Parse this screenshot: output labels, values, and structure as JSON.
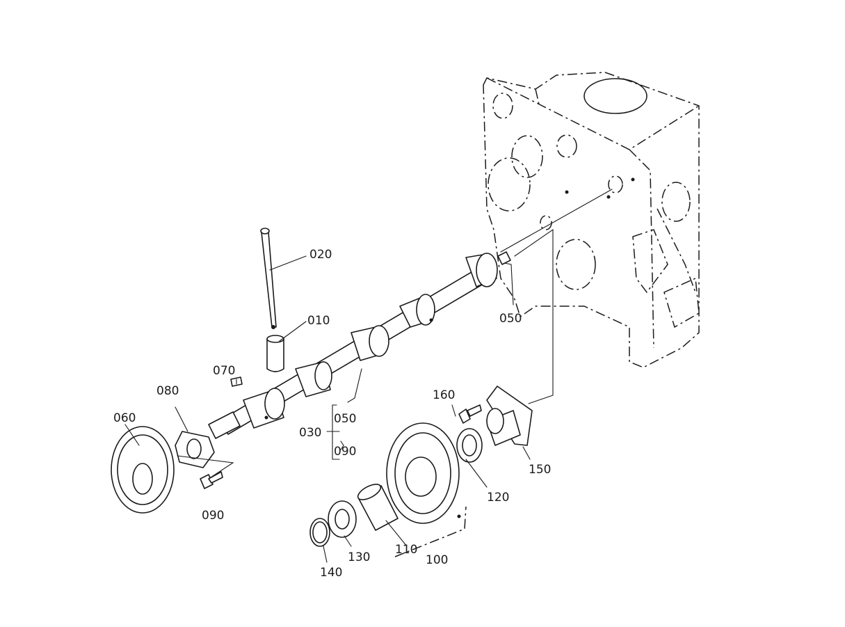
{
  "diagram": {
    "parts": [
      {
        "id": "p010",
        "label": "010"
      },
      {
        "id": "p020",
        "label": "020"
      },
      {
        "id": "p030",
        "label": "030"
      },
      {
        "id": "p050a",
        "label": "050"
      },
      {
        "id": "p050b",
        "label": "050"
      },
      {
        "id": "p060",
        "label": "060"
      },
      {
        "id": "p070",
        "label": "070"
      },
      {
        "id": "p080",
        "label": "080"
      },
      {
        "id": "p090a",
        "label": "090"
      },
      {
        "id": "p090b",
        "label": "090"
      },
      {
        "id": "p100",
        "label": "100"
      },
      {
        "id": "p110",
        "label": "110"
      },
      {
        "id": "p120",
        "label": "120"
      },
      {
        "id": "p130",
        "label": "130"
      },
      {
        "id": "p140",
        "label": "140"
      },
      {
        "id": "p150",
        "label": "150"
      },
      {
        "id": "p160",
        "label": "160"
      }
    ]
  }
}
